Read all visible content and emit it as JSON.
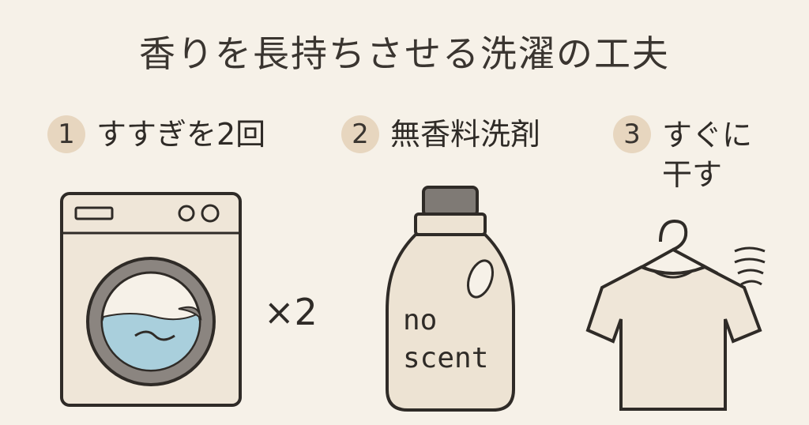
{
  "title": "香りを長持ちさせる洗濯の工夫",
  "steps": [
    {
      "number": "1",
      "label": "すすぎを2回"
    },
    {
      "number": "2",
      "label": "無香料洗剤"
    },
    {
      "number": "3",
      "label": "すぐに干す"
    }
  ],
  "washer": {
    "multiplier": "×2"
  },
  "bottle": {
    "text": "no scent"
  },
  "colors": {
    "background": "#f6f1e8",
    "badge": "#e7d6bf",
    "outline": "#2f2b27",
    "washer_body": "#efe6d8",
    "drum": "#8b8580",
    "water": "#a9cfdc",
    "cap": "#7f7a75",
    "bottle": "#ede3d3",
    "shirt": "#efe6d8"
  }
}
